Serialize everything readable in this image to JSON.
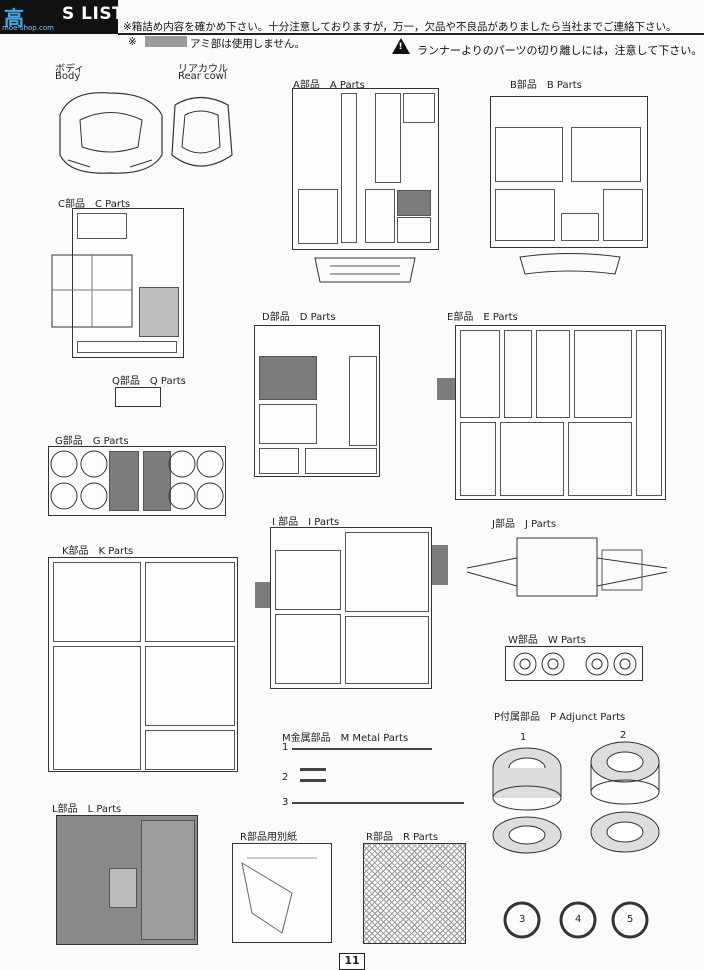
{
  "header": {
    "logo_text": "高",
    "url_text": "moe-shop.com",
    "title": "S LIST",
    "notice_line1": "※箱詰め内容を確かめ下さい。十分注意しておりますが，万一，欠品や不良品がありましたら当社までご連絡下さい。",
    "notice_line2_prefix": "※",
    "notice_line2_suffix": "アミ部は使用しません。",
    "warning": "ランナーよりのパーツの切り離しには，注意して下さい。"
  },
  "body_parts": {
    "body_jp": "ボディ",
    "body_en": "Body",
    "cowl_jp": "リアカウル",
    "cowl_en": "Rear cowl"
  },
  "sections": {
    "a": "A部品　A Parts",
    "b": "B部品　B Parts",
    "c": "C部品　C Parts",
    "d": "D部品　D Parts",
    "e": "E部品　E Parts",
    "q": "Q部品　Q Parts",
    "g": "G部品　G Parts",
    "i": "I 部品　I Parts",
    "j": "J部品　J Parts",
    "k": "K部品　K Parts",
    "w": "W部品　W Parts",
    "p": "P付属部品　P Adjunct Parts",
    "m": "M金属部品　M Metal Parts",
    "l": "L部品　L Parts",
    "r_sheet": "R部品用別紙",
    "r": "R部品　R Parts"
  },
  "metal_parts": [
    "1",
    "2",
    "3"
  ],
  "adjunct_parts": [
    "1",
    "2",
    "3",
    "4",
    "5"
  ],
  "page_number": "11",
  "colors": {
    "header_bg": "#111111",
    "logo_blue": "#4aa6e0",
    "mesh_gray": "#9b9b9b"
  }
}
